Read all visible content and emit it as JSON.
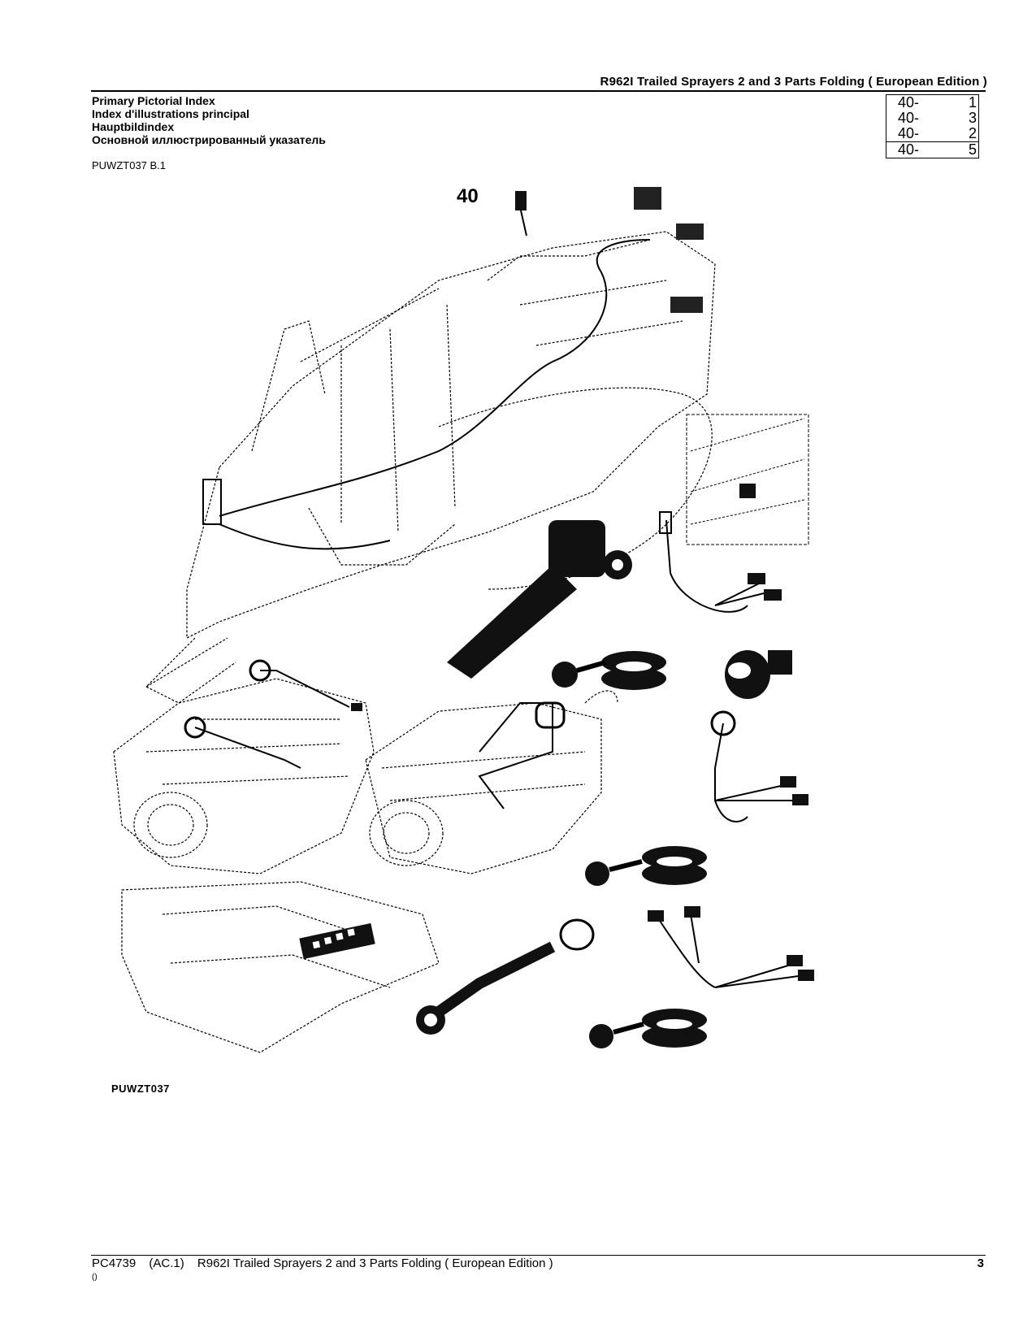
{
  "header": {
    "title": "R962I Trailed Sprayers 2 and 3 Parts Folding ( European Edition )"
  },
  "index_titles": [
    "Primary Pictorial Index",
    "Index d'illustrations principal",
    "Hauptbildindex",
    "Основной иллюстрированный указатель"
  ],
  "doc_code": "PUWZT037 B.1",
  "reference_box": [
    {
      "group": "40-",
      "num": "1"
    },
    {
      "group": "40-",
      "num": "3"
    },
    {
      "group": "40-",
      "num": "2"
    },
    {
      "group": "40-",
      "num": "5"
    }
  ],
  "figure": {
    "section_number": "40",
    "code": "PUWZT037"
  },
  "footer": {
    "pc": "PC4739",
    "revision": "(AC.1)",
    "title": "R962I Trailed Sprayers 2 and 3 Parts Folding ( European Edition )",
    "page": "3",
    "note": "()"
  }
}
